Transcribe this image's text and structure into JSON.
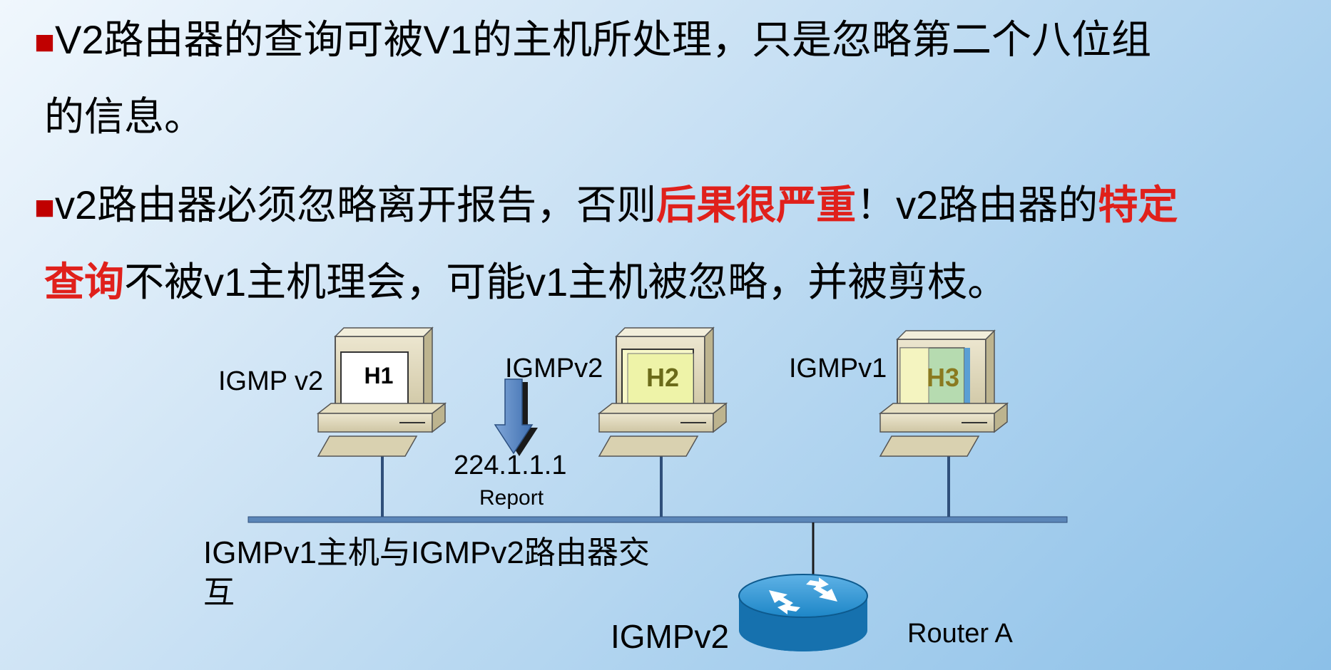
{
  "bullet1": {
    "marker": "■",
    "line1": "V2路由器的查询可被V1的主机所处理，只是忽略第二个八位组",
    "line2": "的信息。"
  },
  "bullet2": {
    "marker": "■",
    "line1_a": "v2路由器必须忽略离开报告，否则",
    "line1_red": "后果很严重",
    "line1_b": "！v2路由器的",
    "line1_red2": "特定",
    "line2_red": "查询",
    "line2_b": "不被v1主机理会，可能v1主机被忽略，并被剪枝。"
  },
  "diagram": {
    "hosts": [
      {
        "id": "H1",
        "label": "H1",
        "version": "IGMP v2"
      },
      {
        "id": "H2",
        "label": "H2",
        "version": "IGMPv2"
      },
      {
        "id": "H3",
        "label": "H3",
        "version": "IGMPv1"
      }
    ],
    "report": {
      "address": "224.1.1.1",
      "type": "Report"
    },
    "router": {
      "name": "Router A",
      "version": "IGMPv2"
    },
    "caption_line1": "IGMPv1主机与IGMPv2路由器交",
    "caption_line2": "互"
  },
  "colors": {
    "red": "#e0201b",
    "bullet": "#c00000",
    "segment": "#5b86b8"
  }
}
